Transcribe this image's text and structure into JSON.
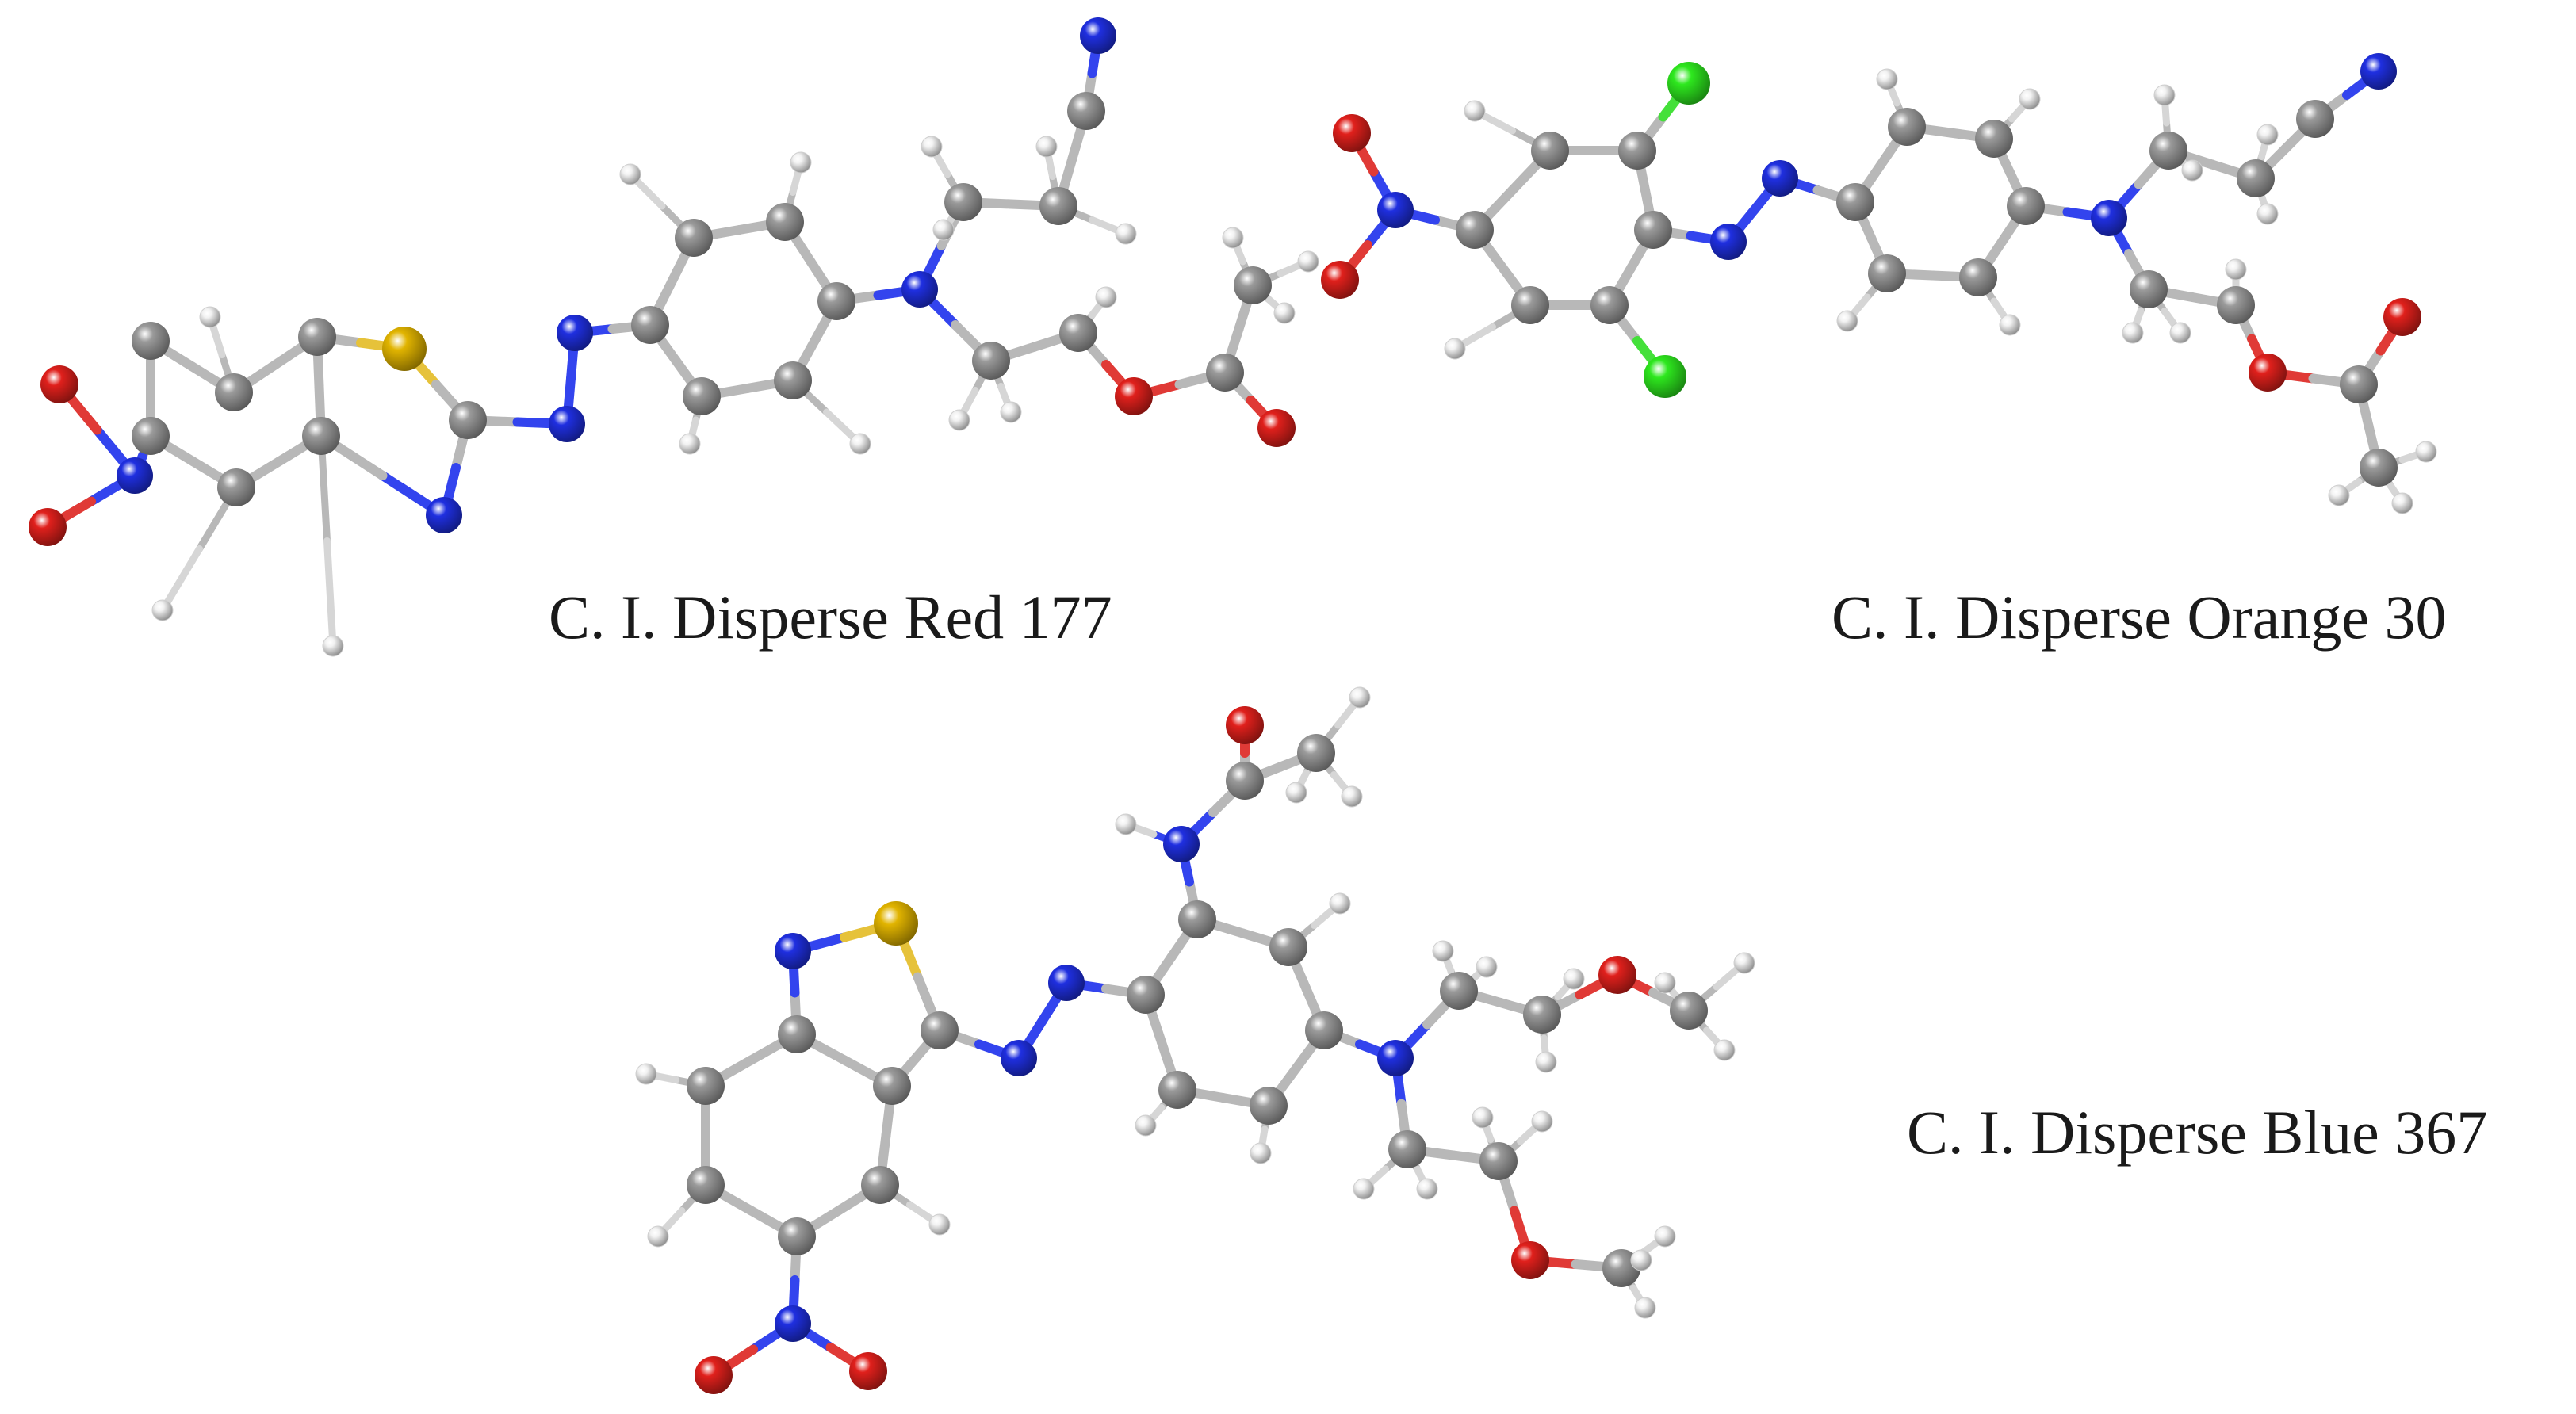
{
  "molecules": [
    {
      "key": "red",
      "label": "C. I. Disperse Red 177"
    },
    {
      "key": "orange",
      "label": "C. I. Disperse Orange 30"
    },
    {
      "key": "blue",
      "label": "C. I. Disperse Blue 367"
    }
  ],
  "atom_colors": {
    "C": "#9a9a9a",
    "H": "#f2f2f2",
    "N": "#1f2fe0",
    "O": "#e0201c",
    "S": "#e1b400",
    "Cl": "#2ee81e"
  },
  "bond_colors": {
    "C": "#b8b8b8",
    "H": "#d6d6d6",
    "N": "#3344ee",
    "O": "#e03a36",
    "S": "#e6c23a",
    "Cl": "#44e03a"
  }
}
